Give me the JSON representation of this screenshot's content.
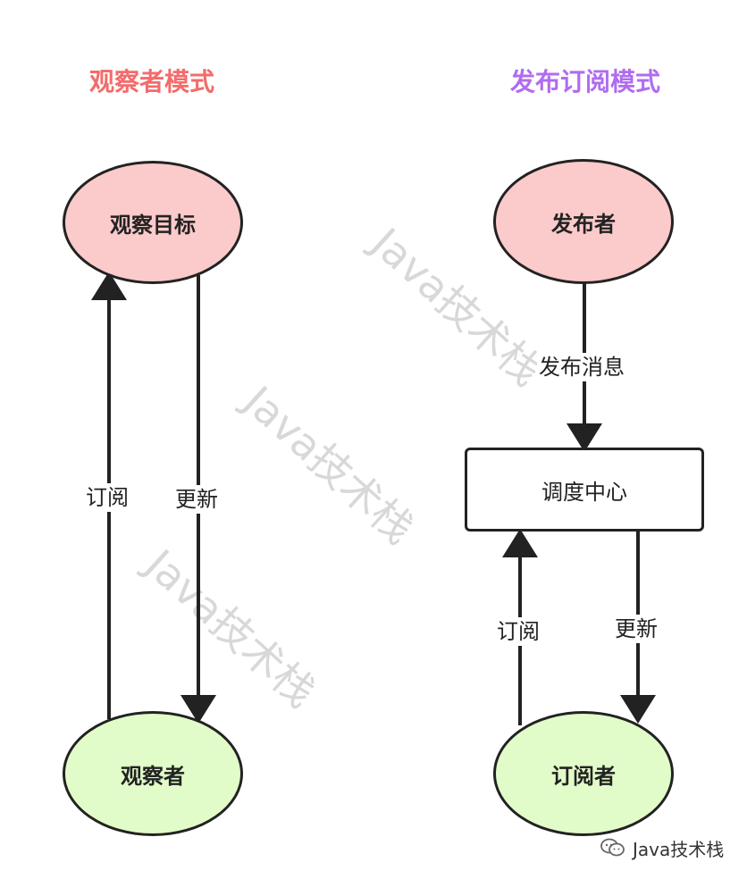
{
  "titles": {
    "observer_pattern": "观察者模式",
    "pubsub_pattern": "发布订阅模式"
  },
  "colors": {
    "observer_title": "#f46b6b",
    "pubsub_title": "#b06cf0",
    "source_fill": "#fbcaca",
    "sink_fill": "#e2fcc9",
    "stroke": "#222222",
    "watermark": "#d8d8d8"
  },
  "nodes": {
    "observe_target": "观察目标",
    "observer": "观察者",
    "publisher": "发布者",
    "dispatch_center": "调度中心",
    "subscriber": "订阅者"
  },
  "edges": {
    "observer_subscribe": "订阅",
    "observer_update": "更新",
    "publish_message": "发布消息",
    "center_subscribe": "订阅",
    "center_update": "更新"
  },
  "watermark": {
    "text": "Java技术栈",
    "brand": "Java技术栈",
    "brand_icon": "wechat-icon"
  }
}
